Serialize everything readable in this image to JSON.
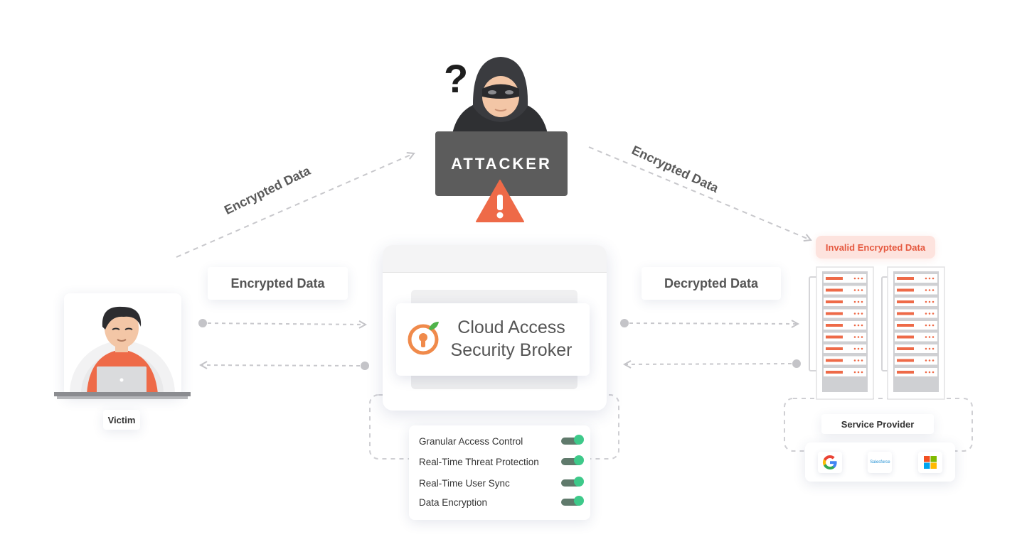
{
  "attacker": {
    "label": "ATTACKER"
  },
  "flows": {
    "victim_to_attacker": "Encrypted Data",
    "attacker_to_provider": "Encrypted Data",
    "victim_to_casb": "Encrypted Data",
    "casb_to_provider": "Decrypted Data"
  },
  "casb": {
    "title_line1": "Cloud Access",
    "title_line2": "Security Broker",
    "features": [
      {
        "label": "Granular Access Control",
        "enabled": true
      },
      {
        "label": "Real-Time Threat Protection",
        "enabled": true
      },
      {
        "label": "Real-Time User Sync",
        "enabled": true
      },
      {
        "label": "Data Encryption",
        "enabled": true
      }
    ]
  },
  "victim": {
    "label": "Victim"
  },
  "provider": {
    "invalid_badge": "Invalid Encrypted Data",
    "label": "Service Provider",
    "logos": [
      {
        "name": "google-logo",
        "text": ""
      },
      {
        "name": "salesforce-logo",
        "text": "Salesforce"
      },
      {
        "name": "microsoft-logo",
        "text": ""
      }
    ]
  },
  "colors": {
    "accent_orange": "#ee6a48",
    "toggle_on": "#3ec98a",
    "attacker_box": "#5c5c5c",
    "dashed_line": "#c8c8cc",
    "invalid_badge_bg": "#fde3de"
  }
}
